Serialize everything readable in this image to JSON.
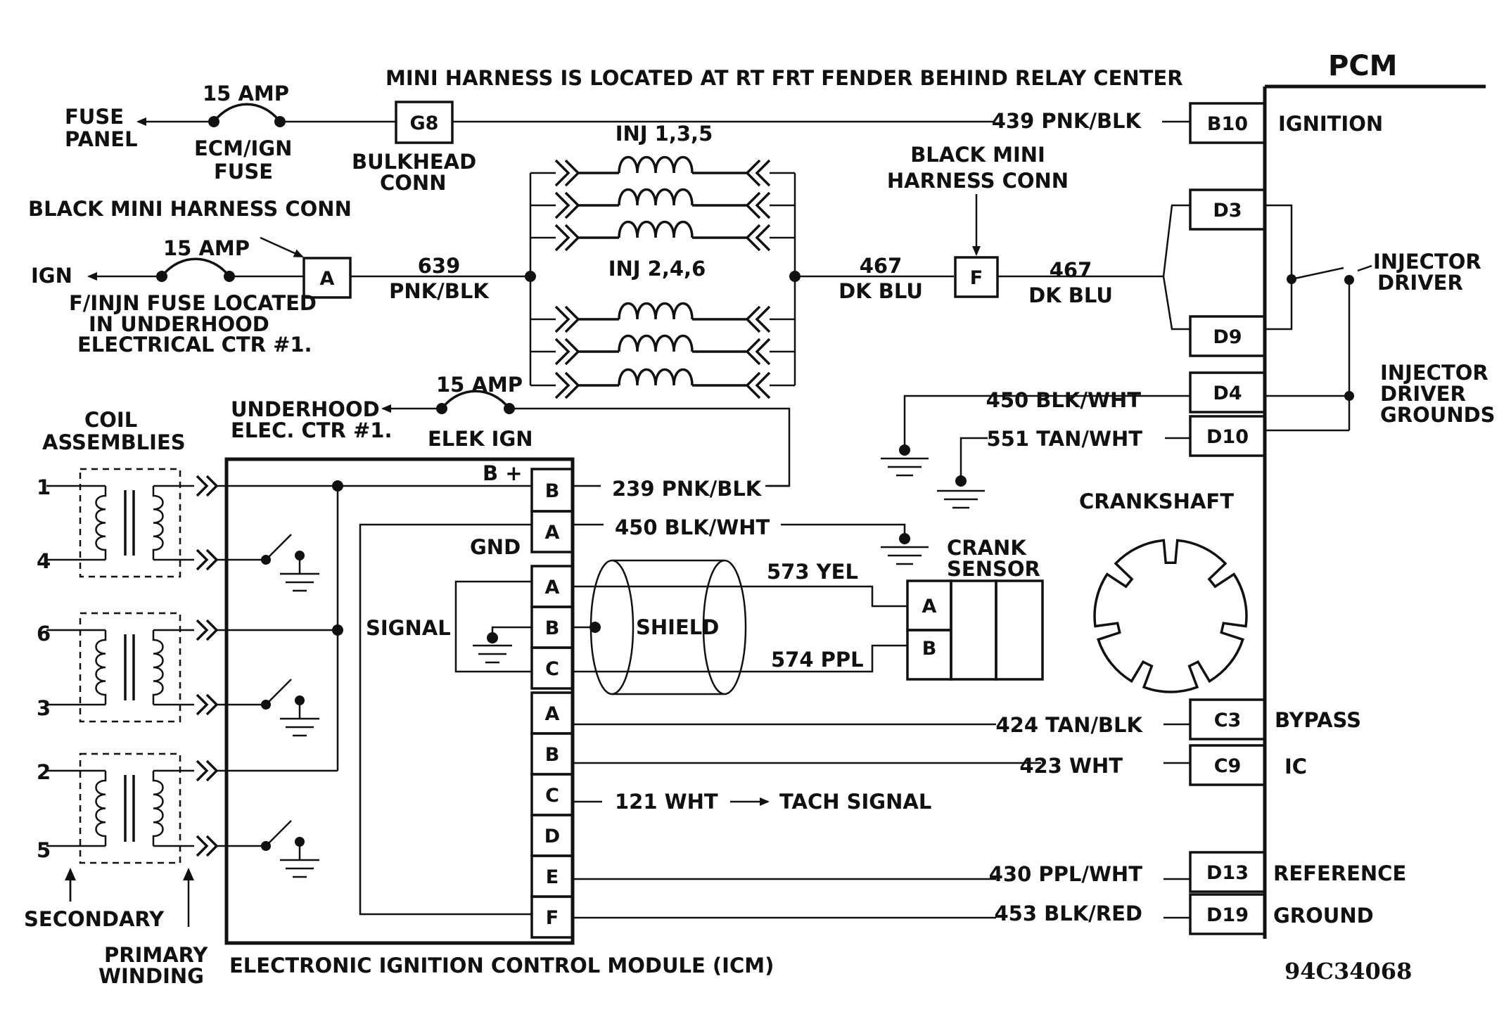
{
  "top_note": "MINI HARNESS IS LOCATED  AT RT FRT FENDER BEHIND RELAY CENTER",
  "pcm": {
    "title": "PCM",
    "pins": {
      "b10": "B10",
      "d3": "D3",
      "d9": "D9",
      "d4": "D4",
      "d10": "D10",
      "c3": "C3",
      "c9": "C9",
      "d13": "D13",
      "d19": "D19"
    },
    "labels": {
      "ignition": "IGNITION",
      "injector_driver_1": "INJECTOR",
      "injector_driver_2": "DRIVER",
      "grounds_1": "INJECTOR",
      "grounds_2": "DRIVER",
      "grounds_3": "GROUNDS",
      "bypass": "BYPASS",
      "ic": "IC",
      "reference": "REFERENCE",
      "ground": "GROUND"
    }
  },
  "fuse_panel": {
    "line1": "FUSE",
    "line2": "PANEL"
  },
  "ecm_fuse": {
    "amp": "15 AMP",
    "line1": "ECM/IGN",
    "line2": "FUSE"
  },
  "bulkhead": {
    "pin": "G8",
    "line1": "BULKHEAD",
    "line2": "CONN"
  },
  "wires": {
    "w439": "439 PNK/BLK",
    "w639_a": "639",
    "w639_b": "PNK/BLK",
    "w467_a": "467",
    "w467_b": "DK BLU",
    "w467r_a": "467",
    "w467r_b": "DK BLU",
    "w450_top": "450 BLK/WHT",
    "w551": "551 TAN/WHT",
    "w239": "239 PNK/BLK",
    "w450_icm": "450  BLK/WHT",
    "w573": "573 YEL",
    "w574": "574 PPL",
    "w424": "424 TAN/BLK",
    "w423": "423 WHT",
    "w121": "121 WHT",
    "w430": "430 PPL/WHT",
    "w453": "453 BLK/RED"
  },
  "tach_signal": "TACH SIGNAL",
  "black_mini_left": "BLACK MINI HARNESS CONN",
  "ign_fuse": {
    "ign": "IGN",
    "amp": "15 AMP",
    "pin": "A",
    "note1": "F/INJN FUSE LOCATED",
    "note2": "IN UNDERHOOD",
    "note3": "ELECTRICAL CTR #1."
  },
  "injectors": {
    "bank1": "INJ 1,3,5",
    "bank2": "INJ 2,4,6"
  },
  "black_mini_right": {
    "line1": "BLACK MINI",
    "line2": "HARNESS CONN",
    "pin": "F"
  },
  "elek_fuse": {
    "line1": "UNDERHOOD",
    "line2": "ELEC. CTR #1.",
    "amp": "15 AMP",
    "name": "ELEK IGN"
  },
  "coils": {
    "line1": "COIL",
    "line2": "ASSEMBLIES",
    "nums": [
      "1",
      "4",
      "6",
      "3",
      "2",
      "5"
    ],
    "secondary": "SECONDARY",
    "primary1": "PRIMARY",
    "primary2": "WINDING"
  },
  "icm": {
    "title": "ELECTRONIC IGNITION CONTROL MODULE (ICM)",
    "bplus": "B +",
    "gnd": "GND",
    "signal": "SIGNAL",
    "shield": "SHIELD",
    "pins": {
      "p1": "B",
      "p2": "A",
      "s1": "A",
      "s2": "B",
      "s3": "C",
      "c1": "A",
      "c2": "B",
      "c3": "C",
      "c4": "D",
      "c5": "E",
      "c6": "F"
    }
  },
  "crank_sensor": {
    "line1": "CRANK",
    "line2": "SENSOR",
    "pin_a": "A",
    "pin_b": "B"
  },
  "crankshaft": "CRANKSHAFT",
  "figure_id": "94C34068"
}
